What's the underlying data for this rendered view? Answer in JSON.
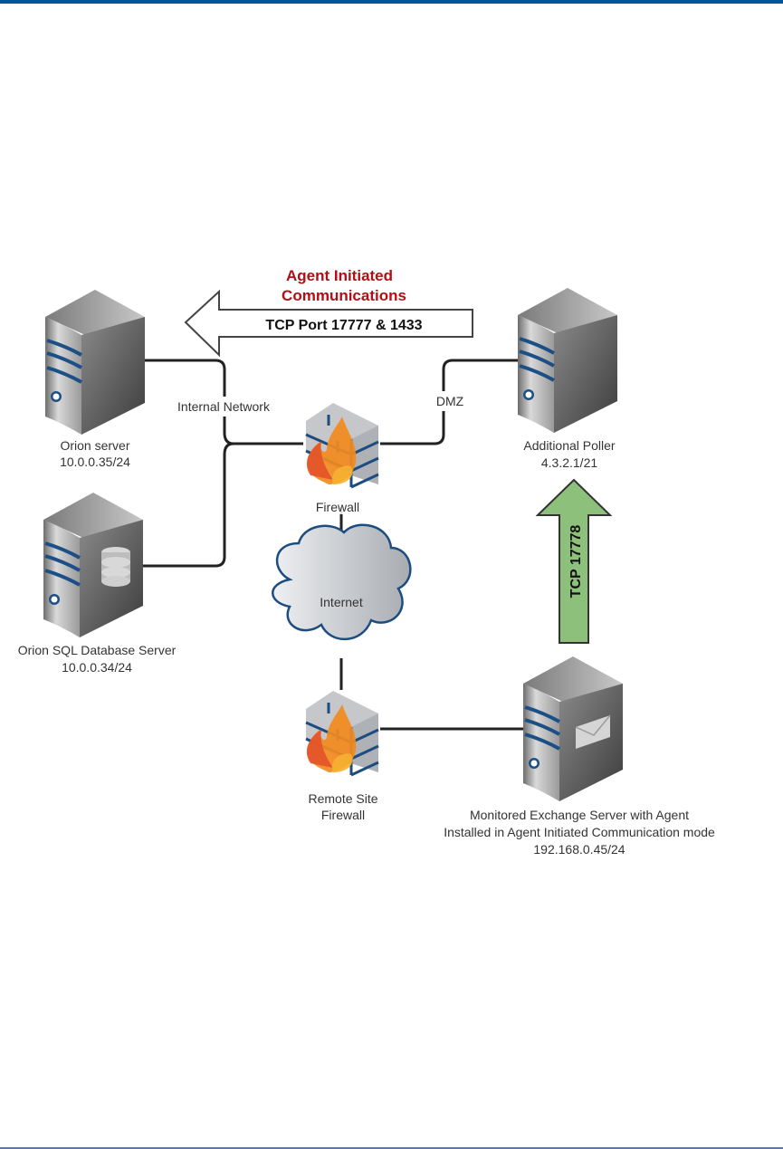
{
  "page": {
    "header_bar_color": "#00559a",
    "footer_bar_color": "#5a7aa3"
  },
  "diagram": {
    "title_line1": "Agent Initiated",
    "title_line2": "Communications",
    "title_color": "#b01015",
    "ports_arrow": {
      "label": "TCP Port 17777 & 1433",
      "direction": "left",
      "fill": "#ffffff"
    },
    "poller_arrow": {
      "label": "TCP 17778",
      "direction": "up",
      "fill": "#8dc07a"
    },
    "nodes": {
      "orion_server": {
        "name": "Orion server",
        "ip": "10.0.0.35/24",
        "icon": "server-icon"
      },
      "sql_server": {
        "name": "Orion SQL Database Server",
        "ip": "10.0.0.34/24",
        "icon": "database-server-icon"
      },
      "additional_poller": {
        "name": "Additional Poller",
        "ip": "4.3.2.1/21",
        "icon": "server-icon"
      },
      "firewall": {
        "name": "Firewall",
        "icon": "firewall-icon"
      },
      "internet": {
        "name": "Internet",
        "icon": "cloud-icon"
      },
      "remote_firewall": {
        "line1": "Remote Site",
        "line2": "Firewall",
        "icon": "firewall-icon"
      },
      "exchange_server": {
        "line1": "Monitored Exchange Server with Agent",
        "line2": "Installed in Agent Initiated Communication mode",
        "ip": "192.168.0.45/24",
        "icon": "mail-server-icon"
      }
    },
    "segment_labels": {
      "internal": "Internal Network",
      "dmz": "DMZ"
    }
  }
}
